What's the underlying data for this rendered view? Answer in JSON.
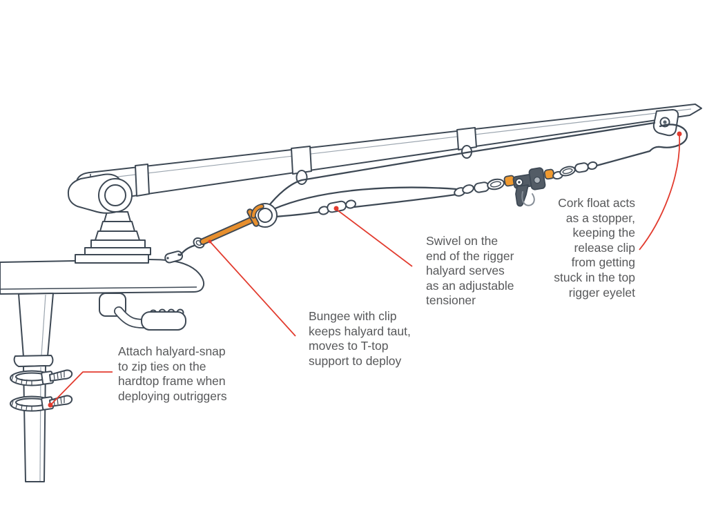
{
  "annotations": [
    {
      "id": "halyard-snap",
      "text": "Attach halyard-snap\nto zip ties on the\nhardtop frame when\ndeploying outriggers"
    },
    {
      "id": "bungee",
      "text": "Bungee with clip\nkeeps halyard taut,\nmoves to T-top\nsupport to deploy"
    },
    {
      "id": "swivel",
      "text": "Swivel on the\nend of the rigger\nhalyard serves\nas an adjustable\ntensioner"
    },
    {
      "id": "cork-float",
      "text": "Cork float acts\nas a stopper,\nkeeping the\nrelease clip\nfrom getting\nstuck in the top\nrigger eyelet"
    }
  ],
  "colors": {
    "background": "#ffffff",
    "line": "#3d4854",
    "text": "#57585a",
    "accent_red": "#e23b2e",
    "accent_orange": "#e78f2e",
    "bead_orange": "#f09a30",
    "clip_gray": "#535c66",
    "metal_gray": "#aeb5bc"
  }
}
